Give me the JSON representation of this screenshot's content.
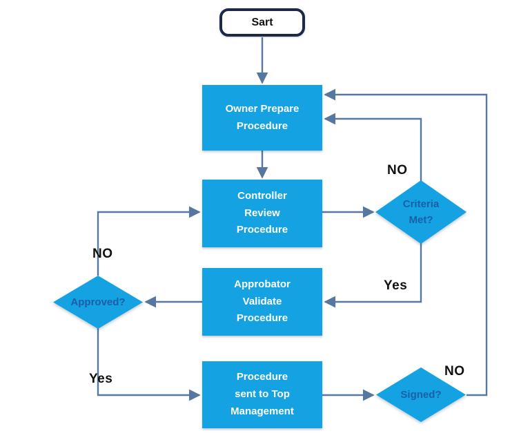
{
  "diagram": {
    "nodes": {
      "start": {
        "label": "Sart"
      },
      "owner": {
        "label": "Owner Prepare\nProcedure"
      },
      "controller": {
        "label": "Controller\nReview\nProcedure"
      },
      "approbator": {
        "label": "Approbator\nValidate\nProcedure"
      },
      "top_management": {
        "label": "Procedure\nsent to Top\nManagement"
      },
      "criteria": {
        "label": "Criteria\nMet?"
      },
      "approved": {
        "label": "Approved?"
      },
      "signed": {
        "label": "Signed?"
      }
    },
    "edge_labels": {
      "criteria_no": "NO",
      "criteria_yes": "Yes",
      "approved_no": "NO",
      "approved_yes": "Yes",
      "signed_no": "NO"
    },
    "edges": [
      {
        "from": "start",
        "to": "owner",
        "label": ""
      },
      {
        "from": "owner",
        "to": "controller",
        "label": ""
      },
      {
        "from": "controller",
        "to": "criteria",
        "label": ""
      },
      {
        "from": "criteria",
        "to": "owner",
        "label": "NO"
      },
      {
        "from": "criteria",
        "to": "approbator",
        "label": "Yes"
      },
      {
        "from": "approbator",
        "to": "approved",
        "label": ""
      },
      {
        "from": "approved",
        "to": "controller",
        "label": "NO"
      },
      {
        "from": "approved",
        "to": "top_management",
        "label": "Yes"
      },
      {
        "from": "top_management",
        "to": "signed",
        "label": ""
      },
      {
        "from": "signed",
        "to": "owner",
        "label": "NO"
      }
    ]
  },
  "colors": {
    "node_fill": "#14a2e3",
    "node_text": "#ffffff",
    "decision_text": "#1a5fa8",
    "connector": "#56779f",
    "start_border": "#1e2847",
    "start_text": "#111111",
    "label_text": "#111111",
    "background": "#ffffff"
  }
}
